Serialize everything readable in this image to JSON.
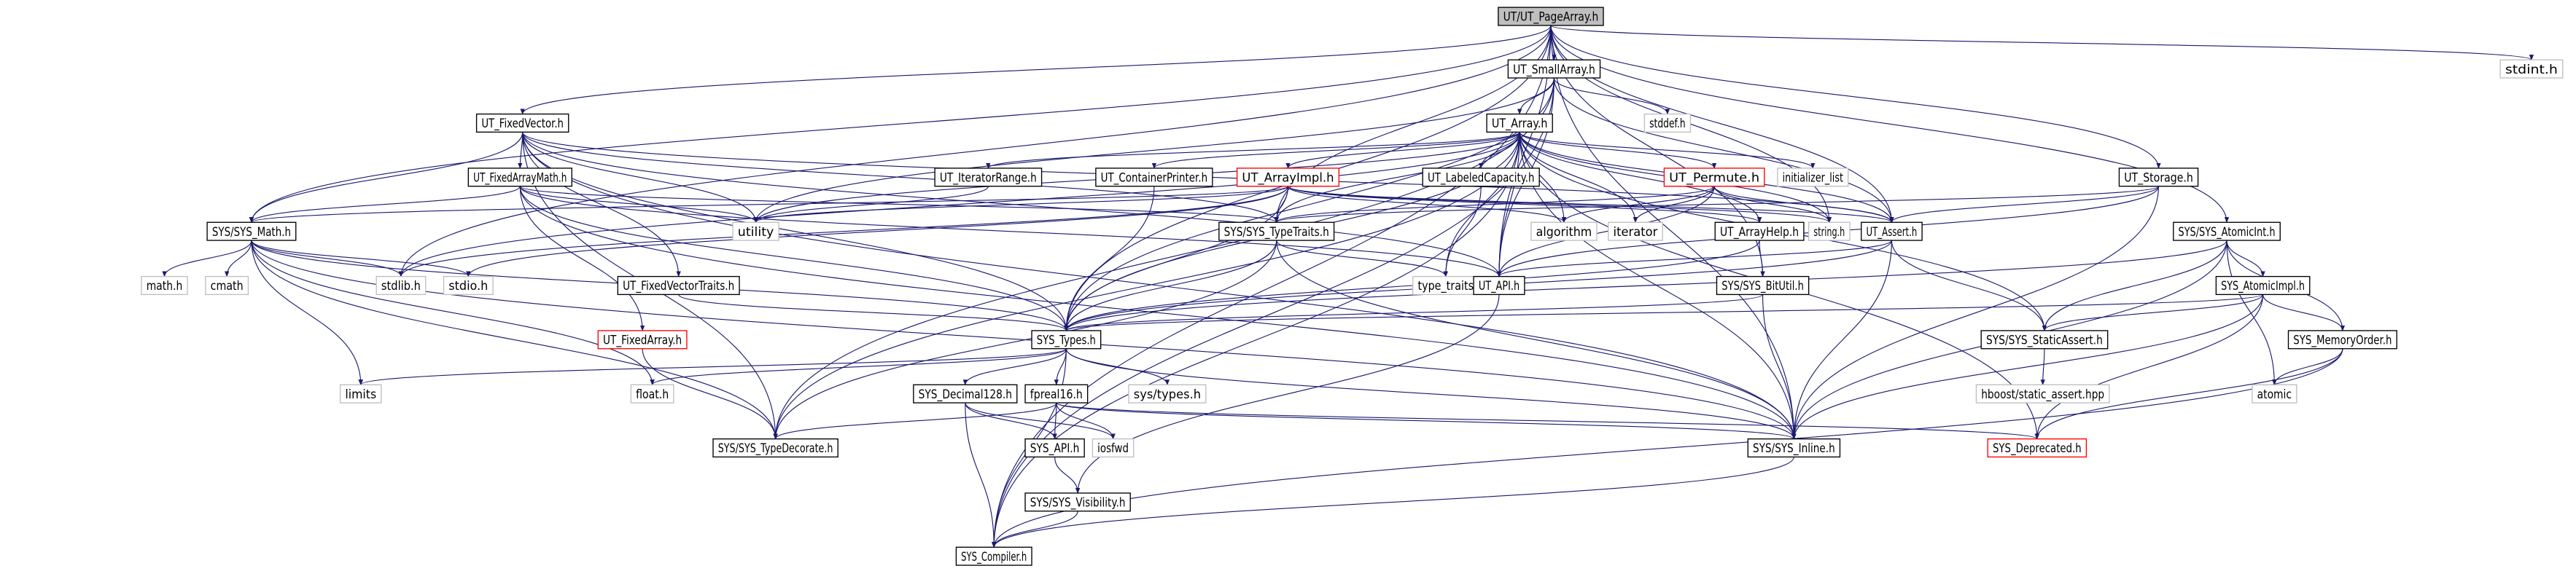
{
  "graph": {
    "edge_color": "#191970",
    "styles": {
      "root": {
        "fill": "#bfbfbf",
        "stroke": "#000000"
      },
      "normal": {
        "fill": "#ffffff",
        "stroke": "#000000"
      },
      "external": {
        "fill": "#ffffff",
        "stroke": "#bfbfbf"
      },
      "incomplete": {
        "fill": "#ffffff",
        "stroke": "#ff0000"
      }
    },
    "nodes": [
      {
        "id": "PageArray",
        "label": "UT/UT_PageArray.h",
        "style": "root"
      },
      {
        "id": "SmallArray",
        "label": "UT_SmallArray.h",
        "style": "normal"
      },
      {
        "id": "stddef",
        "label": "stddef.h",
        "style": "external"
      },
      {
        "id": "stdint",
        "label": "stdint.h",
        "style": "external"
      },
      {
        "id": "Array",
        "label": "UT_Array.h",
        "style": "normal"
      },
      {
        "id": "FixedVector",
        "label": "UT_FixedVector.h",
        "style": "normal"
      },
      {
        "id": "FixedArrayMath",
        "label": "UT_FixedArrayMath.h",
        "style": "normal"
      },
      {
        "id": "IteratorRange",
        "label": "UT_IteratorRange.h",
        "style": "normal"
      },
      {
        "id": "ContainerPrinter",
        "label": "UT_ContainerPrinter.h",
        "style": "normal"
      },
      {
        "id": "ArrayImpl",
        "label": "UT_ArrayImpl.h",
        "style": "incomplete"
      },
      {
        "id": "LabeledCapacity",
        "label": "UT_LabeledCapacity.h",
        "style": "normal"
      },
      {
        "id": "Permute",
        "label": "UT_Permute.h",
        "style": "incomplete"
      },
      {
        "id": "initializer_list",
        "label": "initializer_list",
        "style": "external"
      },
      {
        "id": "Storage",
        "label": "UT_Storage.h",
        "style": "normal"
      },
      {
        "id": "Math",
        "label": "SYS/SYS_Math.h",
        "style": "normal"
      },
      {
        "id": "utility",
        "label": "utility",
        "style": "external"
      },
      {
        "id": "TypeTraits",
        "label": "SYS/SYS_TypeTraits.h",
        "style": "normal"
      },
      {
        "id": "algorithm",
        "label": "algorithm",
        "style": "external"
      },
      {
        "id": "iterator",
        "label": "iterator",
        "style": "external"
      },
      {
        "id": "ArrayHelp",
        "label": "UT_ArrayHelp.h",
        "style": "normal"
      },
      {
        "id": "string",
        "label": "string.h",
        "style": "external"
      },
      {
        "id": "Assert",
        "label": "UT_Assert.h",
        "style": "normal"
      },
      {
        "id": "AtomicInt",
        "label": "SYS/SYS_AtomicInt.h",
        "style": "normal"
      },
      {
        "id": "mathh",
        "label": "math.h",
        "style": "external"
      },
      {
        "id": "cmath",
        "label": "cmath",
        "style": "external"
      },
      {
        "id": "stdlib",
        "label": "stdlib.h",
        "style": "external"
      },
      {
        "id": "stdio",
        "label": "stdio.h",
        "style": "external"
      },
      {
        "id": "FixedVectorTraits",
        "label": "UT_FixedVectorTraits.h",
        "style": "normal"
      },
      {
        "id": "type_traits",
        "label": "type_traits",
        "style": "external"
      },
      {
        "id": "API",
        "label": "UT_API.h",
        "style": "normal"
      },
      {
        "id": "BitUtil",
        "label": "SYS/SYS_BitUtil.h",
        "style": "normal"
      },
      {
        "id": "AtomicImpl",
        "label": "SYS_AtomicImpl.h",
        "style": "normal"
      },
      {
        "id": "FixedArray",
        "label": "UT_FixedArray.h",
        "style": "incomplete"
      },
      {
        "id": "Types",
        "label": "SYS_Types.h",
        "style": "normal"
      },
      {
        "id": "StaticAssert",
        "label": "SYS/SYS_StaticAssert.h",
        "style": "normal"
      },
      {
        "id": "MemoryOrder",
        "label": "SYS_MemoryOrder.h",
        "style": "normal"
      },
      {
        "id": "limits",
        "label": "limits",
        "style": "external"
      },
      {
        "id": "float",
        "label": "float.h",
        "style": "external"
      },
      {
        "id": "Decimal128",
        "label": "SYS_Decimal128.h",
        "style": "normal"
      },
      {
        "id": "fpreal16",
        "label": "fpreal16.h",
        "style": "normal"
      },
      {
        "id": "systypes",
        "label": "sys/types.h",
        "style": "external"
      },
      {
        "id": "hboost",
        "label": "hboost/static_assert.hpp",
        "style": "external"
      },
      {
        "id": "atomic",
        "label": "atomic",
        "style": "external"
      },
      {
        "id": "TypeDecorate",
        "label": "SYS/SYS_TypeDecorate.h",
        "style": "normal"
      },
      {
        "id": "SysAPI",
        "label": "SYS_API.h",
        "style": "normal"
      },
      {
        "id": "iosfwd",
        "label": "iosfwd",
        "style": "external"
      },
      {
        "id": "Inline",
        "label": "SYS/SYS_Inline.h",
        "style": "normal"
      },
      {
        "id": "Deprecated",
        "label": "SYS_Deprecated.h",
        "style": "incomplete"
      },
      {
        "id": "Visibility",
        "label": "SYS/SYS_Visibility.h",
        "style": "normal"
      },
      {
        "id": "Compiler",
        "label": "SYS_Compiler.h",
        "style": "normal"
      }
    ],
    "edges": [
      [
        "PageArray",
        "SmallArray"
      ],
      [
        "PageArray",
        "FixedVector"
      ],
      [
        "PageArray",
        "Math"
      ],
      [
        "PageArray",
        "stdlib"
      ],
      [
        "PageArray",
        "Types"
      ],
      [
        "PageArray",
        "Compiler"
      ],
      [
        "PageArray",
        "TypeTraits"
      ],
      [
        "PageArray",
        "API"
      ],
      [
        "PageArray",
        "Assert"
      ],
      [
        "PageArray",
        "string"
      ],
      [
        "PageArray",
        "Storage"
      ],
      [
        "PageArray",
        "AtomicInt"
      ],
      [
        "PageArray",
        "Inline"
      ],
      [
        "PageArray",
        "stdint"
      ],
      [
        "PageArray",
        "BitUtil"
      ],
      [
        "SmallArray",
        "Array"
      ],
      [
        "SmallArray",
        "stddef"
      ],
      [
        "SmallArray",
        "utility"
      ],
      [
        "SmallArray",
        "API"
      ],
      [
        "SmallArray",
        "Assert"
      ],
      [
        "SmallArray",
        "Compiler"
      ],
      [
        "SmallArray",
        "Types"
      ],
      [
        "SmallArray",
        "TypeDecorate"
      ],
      [
        "Array",
        "IteratorRange"
      ],
      [
        "Array",
        "ContainerPrinter"
      ],
      [
        "Array",
        "ArrayImpl"
      ],
      [
        "Array",
        "LabeledCapacity"
      ],
      [
        "Array",
        "Permute"
      ],
      [
        "Array",
        "initializer_list"
      ],
      [
        "Array",
        "TypeTraits"
      ],
      [
        "Array",
        "algorithm"
      ],
      [
        "Array",
        "iterator"
      ],
      [
        "Array",
        "ArrayHelp"
      ],
      [
        "Array",
        "string"
      ],
      [
        "Array",
        "Assert"
      ],
      [
        "Array",
        "type_traits"
      ],
      [
        "Array",
        "API"
      ],
      [
        "Array",
        "Types"
      ],
      [
        "Array",
        "utility"
      ],
      [
        "Array",
        "stdlib"
      ],
      [
        "Array",
        "Inline"
      ],
      [
        "Array",
        "Deprecated"
      ],
      [
        "Array",
        "StaticAssert"
      ],
      [
        "Array",
        "TypeDecorate"
      ],
      [
        "Array",
        "Compiler"
      ],
      [
        "FixedVector",
        "FixedArrayMath"
      ],
      [
        "FixedVector",
        "Math"
      ],
      [
        "FixedVector",
        "utility"
      ],
      [
        "FixedVector",
        "FixedVectorTraits"
      ],
      [
        "FixedVector",
        "Types"
      ],
      [
        "FixedVector",
        "TypeTraits"
      ],
      [
        "FixedVector",
        "API"
      ],
      [
        "FixedVector",
        "TypeDecorate"
      ],
      [
        "FixedVector",
        "Inline"
      ],
      [
        "FixedVector",
        "Assert"
      ],
      [
        "FixedArrayMath",
        "Math"
      ],
      [
        "FixedArrayMath",
        "utility"
      ],
      [
        "FixedArrayMath",
        "FixedArray"
      ],
      [
        "FixedArrayMath",
        "API"
      ],
      [
        "FixedArrayMath",
        "Types"
      ],
      [
        "FixedArrayMath",
        "TypeTraits"
      ],
      [
        "FixedArrayMath",
        "Inline"
      ],
      [
        "ArrayImpl",
        "TypeTraits"
      ],
      [
        "ArrayImpl",
        "Math"
      ],
      [
        "ArrayImpl",
        "utility"
      ],
      [
        "ArrayImpl",
        "algorithm"
      ],
      [
        "ArrayImpl",
        "string"
      ],
      [
        "ArrayImpl",
        "Assert"
      ],
      [
        "ArrayImpl",
        "stdio"
      ],
      [
        "ArrayImpl",
        "stdlib"
      ],
      [
        "ArrayImpl",
        "ArrayHelp"
      ],
      [
        "ArrayImpl",
        "Types"
      ],
      [
        "Permute",
        "algorithm"
      ],
      [
        "Permute",
        "iterator"
      ],
      [
        "Permute",
        "string"
      ],
      [
        "Permute",
        "Assert"
      ],
      [
        "Permute",
        "API"
      ],
      [
        "Permute",
        "TypeTraits"
      ],
      [
        "LabeledCapacity",
        "type_traits"
      ],
      [
        "ContainerPrinter",
        "Types"
      ],
      [
        "IteratorRange",
        "utility"
      ],
      [
        "Storage",
        "TypeTraits"
      ],
      [
        "Storage",
        "Assert"
      ],
      [
        "Storage",
        "API"
      ],
      [
        "Storage",
        "Inline"
      ],
      [
        "Math",
        "mathh"
      ],
      [
        "Math",
        "cmath"
      ],
      [
        "Math",
        "stdlib"
      ],
      [
        "Math",
        "stdio"
      ],
      [
        "Math",
        "limits"
      ],
      [
        "Math",
        "float"
      ],
      [
        "Math",
        "Types"
      ],
      [
        "Math",
        "TypeDecorate"
      ],
      [
        "Math",
        "Inline"
      ],
      [
        "TypeTraits",
        "type_traits"
      ],
      [
        "TypeTraits",
        "Types"
      ],
      [
        "TypeTraits",
        "Inline"
      ],
      [
        "TypeTraits",
        "TypeDecorate"
      ],
      [
        "ArrayHelp",
        "BitUtil"
      ],
      [
        "ArrayHelp",
        "Types"
      ],
      [
        "Assert",
        "StaticAssert"
      ],
      [
        "Assert",
        "Inline"
      ],
      [
        "Assert",
        "API"
      ],
      [
        "Assert",
        "Types"
      ],
      [
        "AtomicInt",
        "AtomicImpl"
      ],
      [
        "AtomicInt",
        "MemoryOrder"
      ],
      [
        "AtomicInt",
        "atomic"
      ],
      [
        "AtomicInt",
        "StaticAssert"
      ],
      [
        "AtomicInt",
        "Types"
      ],
      [
        "AtomicInt",
        "Inline"
      ],
      [
        "AtomicImpl",
        "StaticAssert"
      ],
      [
        "AtomicImpl",
        "MemoryOrder"
      ],
      [
        "AtomicImpl",
        "Types"
      ],
      [
        "AtomicImpl",
        "Deprecated"
      ],
      [
        "AtomicImpl",
        "Inline"
      ],
      [
        "MemoryOrder",
        "atomic"
      ],
      [
        "MemoryOrder",
        "Deprecated"
      ],
      [
        "MemoryOrder",
        "Compiler"
      ],
      [
        "API",
        "Visibility"
      ],
      [
        "FixedVectorTraits",
        "Types"
      ],
      [
        "BitUtil",
        "Types"
      ],
      [
        "BitUtil",
        "Inline"
      ],
      [
        "FixedArray",
        "TypeDecorate"
      ],
      [
        "Types",
        "limits"
      ],
      [
        "Types",
        "float"
      ],
      [
        "Types",
        "Decimal128"
      ],
      [
        "Types",
        "fpreal16"
      ],
      [
        "Types",
        "systypes"
      ],
      [
        "Types",
        "Compiler"
      ],
      [
        "Types",
        "Inline"
      ],
      [
        "Decimal128",
        "SysAPI"
      ],
      [
        "Decimal128",
        "iosfwd"
      ],
      [
        "Decimal128",
        "Compiler"
      ],
      [
        "fpreal16",
        "SysAPI"
      ],
      [
        "fpreal16",
        "iosfwd"
      ],
      [
        "fpreal16",
        "TypeDecorate"
      ],
      [
        "fpreal16",
        "Inline"
      ],
      [
        "fpreal16",
        "Deprecated"
      ],
      [
        "StaticAssert",
        "hboost"
      ],
      [
        "SysAPI",
        "Visibility"
      ],
      [
        "Visibility",
        "Compiler"
      ],
      [
        "Inline",
        "Compiler"
      ]
    ]
  }
}
